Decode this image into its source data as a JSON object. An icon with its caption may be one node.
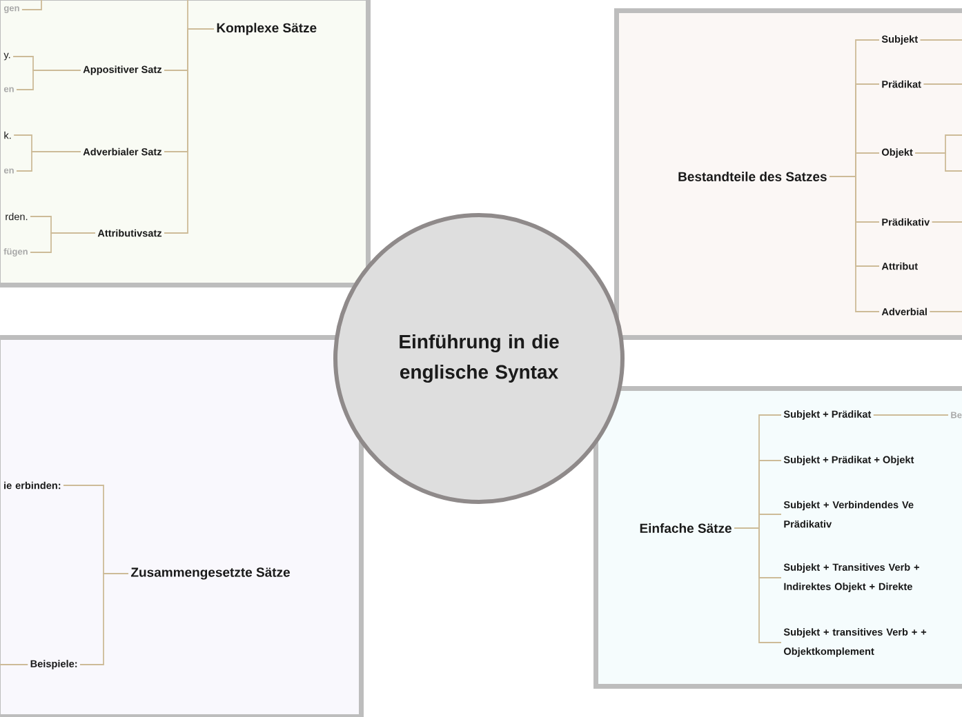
{
  "diagram": {
    "nodes": [
      {
        "text": [],
        "shape": "box"
      },
      {
        "text": [
          "Komplexe Sätze"
        ],
        "in": 0
      },
      {
        "text": [
          "Appositiver Satz"
        ],
        "in": 0
      },
      {
        "text": [
          "Adverbialer Satz"
        ],
        "in": 0
      },
      {
        "text": [
          "Attributivsatz"
        ],
        "in": 0
      },
      {
        "text": [
          "gen"
        ],
        "in": 0
      },
      {
        "text": [
          "y."
        ],
        "in": 0
      },
      {
        "text": [
          "en"
        ],
        "in": 0
      },
      {
        "text": [
          "k."
        ],
        "in": 0
      },
      {
        "text": [
          "en"
        ],
        "in": 0
      },
      {
        "text": [
          "rden."
        ],
        "in": 0
      },
      {
        "text": [
          "fügen"
        ],
        "in": 0
      },
      {
        "text": [
          "Einführung in die englische Syntax"
        ]
      },
      {
        "text": [],
        "shape": "box"
      },
      {
        "text": [
          "Bestandteile des Satzes"
        ],
        "in": 13
      },
      {
        "text": [
          "Subjekt"
        ],
        "in": 13
      },
      {
        "text": [
          "Prädikat"
        ],
        "in": 13
      },
      {
        "text": [
          "Objekt"
        ],
        "in": 13
      },
      {
        "text": [
          "Prädikativ"
        ],
        "in": 13
      },
      {
        "text": [
          "Attribut"
        ],
        "in": 13
      },
      {
        "text": [
          "Adverbial"
        ],
        "in": 13
      },
      {
        "text": [],
        "shape": "box"
      },
      {
        "text": [
          "ie erbinden:"
        ],
        "in": 21
      },
      {
        "text": [
          "Zusammengesetzte Sätze"
        ],
        "in": 21
      },
      {
        "text": [
          "Beispiele:"
        ],
        "in": 21
      },
      {
        "text": [],
        "shape": "box"
      },
      {
        "text": [
          "Einfache Sätze"
        ],
        "in": 25
      },
      {
        "text": [
          "Subjekt + Prädikat"
        ],
        "in": 25
      },
      {
        "text": [
          "Be"
        ],
        "in": 25
      },
      {
        "text": [
          "Subjekt + Prädikat + Objekt"
        ],
        "in": 25
      },
      {
        "text": [
          "Subjekt + Verbindendes Ve Prädikativ"
        ],
        "in": 25
      },
      {
        "text": [
          "Subjekt + Transitives Verb + Indirektes Objekt + Direkte"
        ],
        "in": 25
      },
      {
        "text": [
          "Subjekt + transitives Verb + + Objektkomplement"
        ],
        "in": 25
      }
    ],
    "edges": [
      {
        "from": 1,
        "to": null,
        "arrow": "none"
      },
      {
        "from": 1,
        "to": 2,
        "arrow": "none"
      },
      {
        "from": 1,
        "to": 3,
        "arrow": "none"
      },
      {
        "from": 1,
        "to": 4,
        "arrow": "none"
      },
      {
        "from": 5,
        "to": null,
        "arrow": "none"
      },
      {
        "from": 2,
        "to": 6,
        "arrow": "none"
      },
      {
        "from": 2,
        "to": 7,
        "arrow": "none"
      },
      {
        "from": 3,
        "to": 8,
        "arrow": "none"
      },
      {
        "from": 3,
        "to": 9,
        "arrow": "none"
      },
      {
        "from": 4,
        "to": 10,
        "arrow": "none"
      },
      {
        "from": 4,
        "to": 11,
        "arrow": "none"
      },
      {
        "from": 14,
        "to": 15,
        "arrow": "none"
      },
      {
        "from": 14,
        "to": 16,
        "arrow": "none"
      },
      {
        "from": 14,
        "to": 17,
        "arrow": "none"
      },
      {
        "from": 14,
        "to": 18,
        "arrow": "none"
      },
      {
        "from": 14,
        "to": 19,
        "arrow": "none"
      },
      {
        "from": 14,
        "to": 20,
        "arrow": "none"
      },
      {
        "from": 15,
        "to": null,
        "arrow": "none"
      },
      {
        "from": 16,
        "to": null,
        "arrow": "none"
      },
      {
        "from": 17,
        "to": null,
        "arrow": "none"
      },
      {
        "from": 17,
        "to": null,
        "arrow": "none"
      },
      {
        "from": 18,
        "to": null,
        "arrow": "none"
      },
      {
        "from": 20,
        "to": null,
        "arrow": "none"
      },
      {
        "from": 23,
        "to": 22,
        "arrow": "none"
      },
      {
        "from": 23,
        "to": 24,
        "arrow": "none"
      },
      {
        "from": 24,
        "to": null,
        "arrow": "none"
      },
      {
        "from": 26,
        "to": 27,
        "arrow": "none"
      },
      {
        "from": 26,
        "to": 29,
        "arrow": "none"
      },
      {
        "from": 26,
        "to": 30,
        "arrow": "none"
      },
      {
        "from": 26,
        "to": 31,
        "arrow": "none"
      },
      {
        "from": 26,
        "to": 32,
        "arrow": "none"
      },
      {
        "from": 27,
        "to": 28,
        "arrow": "none"
      }
    ]
  }
}
